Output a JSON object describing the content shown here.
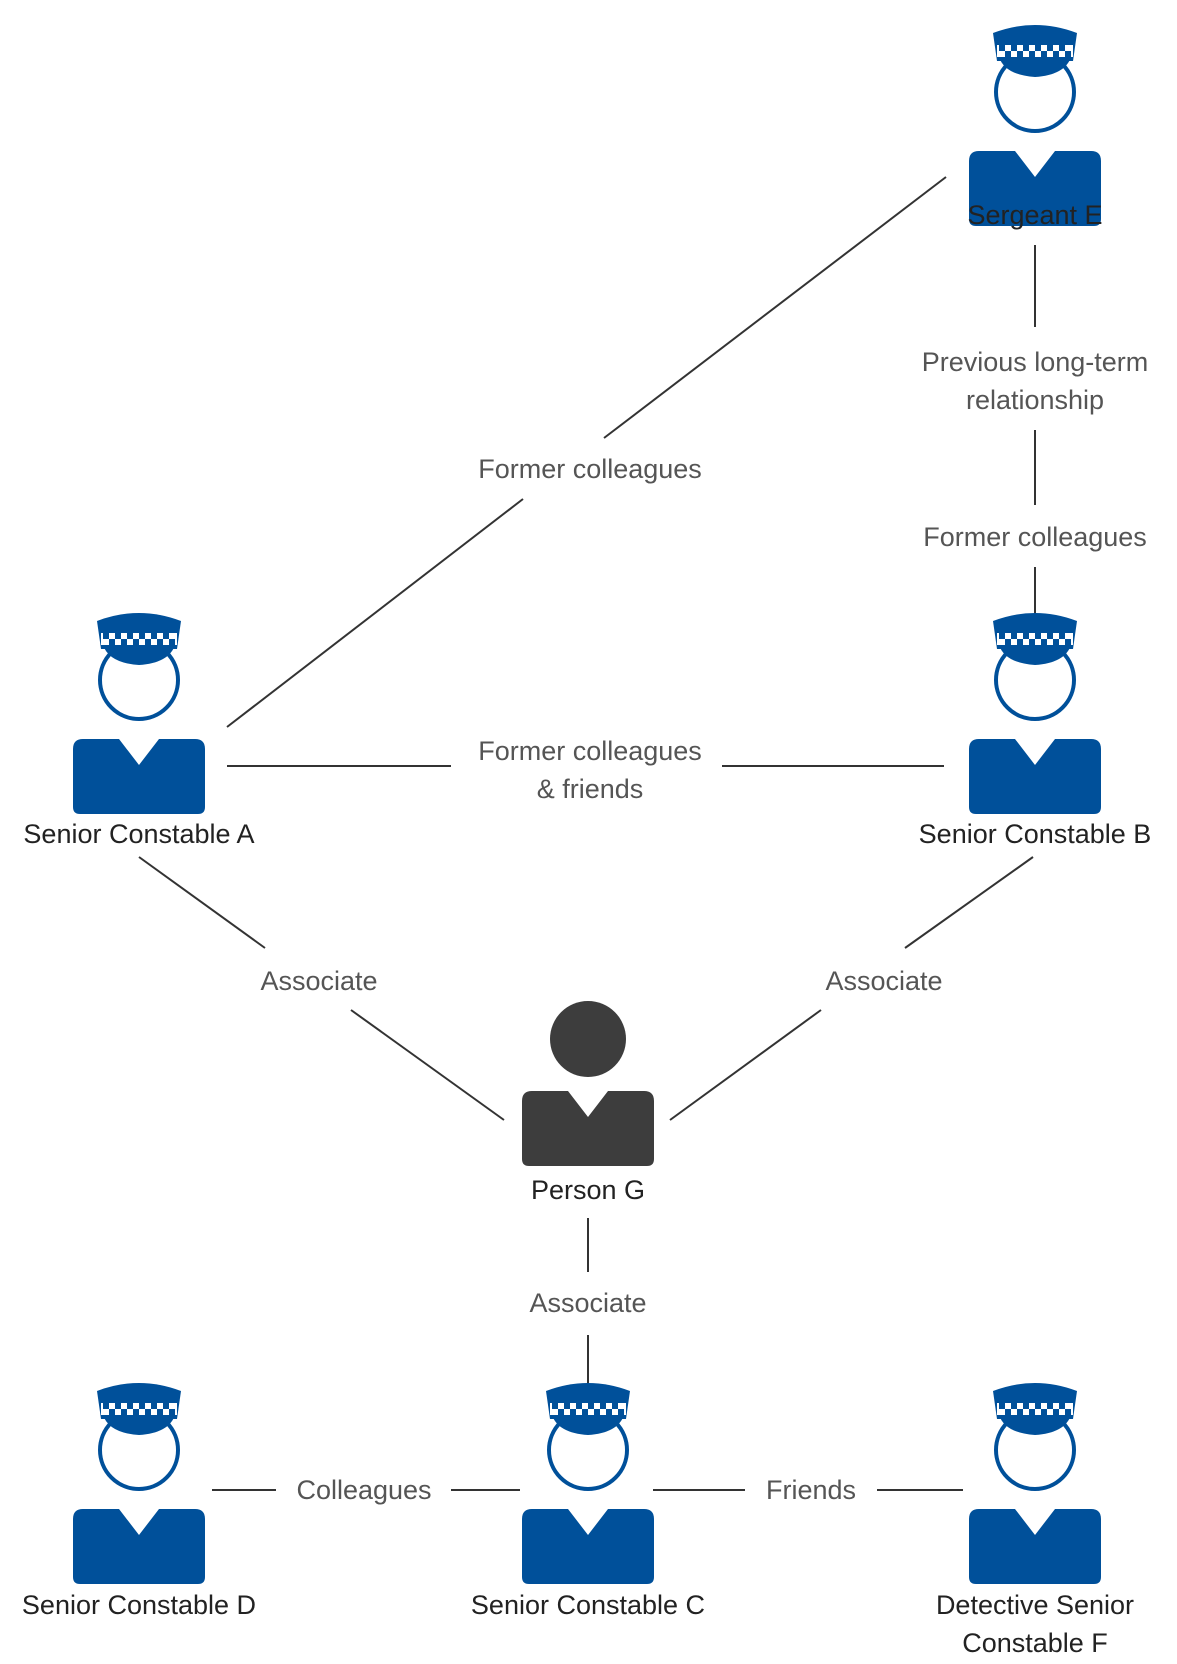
{
  "colors": {
    "police": "#00509a",
    "civilian": "#3d3d3d",
    "line": "#333333",
    "edge_text": "#555555",
    "node_text": "#222222"
  },
  "nodes": {
    "sergeant_e": {
      "label": "Sergeant E",
      "type": "police"
    },
    "constable_a": {
      "label": "Senior Constable A",
      "type": "police"
    },
    "constable_b": {
      "label": "Senior Constable B",
      "type": "police"
    },
    "person_g": {
      "label": "Person G",
      "type": "civilian"
    },
    "constable_d": {
      "label": "Senior Constable D",
      "type": "police"
    },
    "constable_c": {
      "label": "Senior Constable C",
      "type": "police"
    },
    "detective_f": {
      "label_line1": "Detective Senior",
      "label_line2": "Constable F",
      "type": "police"
    }
  },
  "edges": {
    "a_e": {
      "label": "Former colleagues"
    },
    "e_b": {
      "label_line1": "Previous long-term",
      "label_line2": "relationship",
      "label_line3": "Former colleagues"
    },
    "a_b": {
      "label_line1": "Former colleagues",
      "label_line2": "& friends"
    },
    "a_g": {
      "label": "Associate"
    },
    "b_g": {
      "label": "Associate"
    },
    "g_c": {
      "label": "Associate"
    },
    "d_c": {
      "label": "Colleagues"
    },
    "c_f": {
      "label": "Friends"
    }
  }
}
